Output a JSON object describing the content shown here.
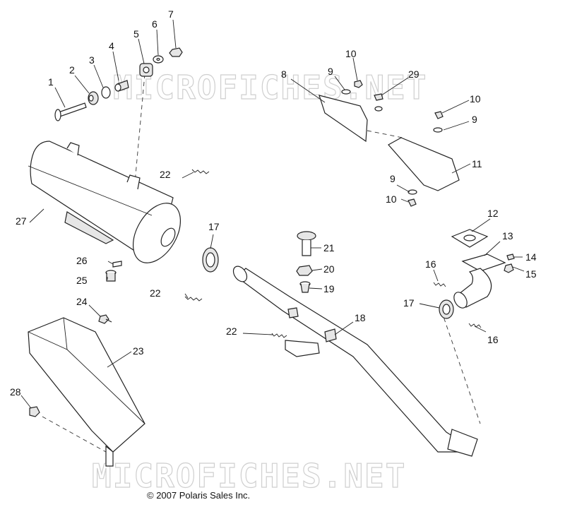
{
  "watermark": "MICROFICHES.NET",
  "copyright": "© 2007 Polaris Sales Inc.",
  "callouts": {
    "c1": "1",
    "c2": "2",
    "c3": "3",
    "c4": "4",
    "c5": "5",
    "c6": "6",
    "c7": "7",
    "c8": "8",
    "c9a": "9",
    "c9b": "9",
    "c9c": "9",
    "c10a": "10",
    "c10b": "10",
    "c10c": "10",
    "c11": "11",
    "c12": "12",
    "c13": "13",
    "c14": "14",
    "c15": "15",
    "c16a": "16",
    "c16b": "16",
    "c17a": "17",
    "c17b": "17",
    "c18": "18",
    "c19": "19",
    "c20": "20",
    "c21": "21",
    "c22a": "22",
    "c22b": "22",
    "c22c": "22",
    "c23": "23",
    "c24": "24",
    "c25": "25",
    "c26": "26",
    "c27": "27",
    "c28": "28",
    "c29": "29"
  }
}
